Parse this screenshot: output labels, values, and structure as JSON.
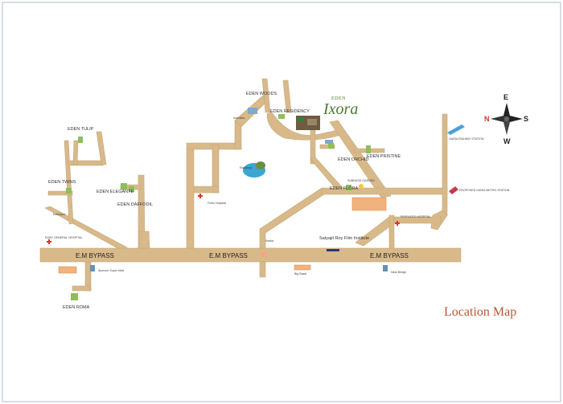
{
  "map_title": "Location Map",
  "project": {
    "brand": "EDEN",
    "name": "Ixora"
  },
  "roads": {
    "main": "E.M BYPASS"
  },
  "compass": {
    "n": "N",
    "e": "E",
    "s": "S",
    "w": "W"
  },
  "projects": {
    "tulip": "EDEN TULIP",
    "twins": "EDEN TWINS",
    "elegante": "EDEN ELEGANTE",
    "daffodil": "EDEN DAFFODIL",
    "woods": "EDEN WOODS",
    "residency": "EDEN RESIDENCY",
    "orchid": "EDEN ORCHID",
    "pristine": "EDEN PRISTINE",
    "flora": "EDEN FLORA",
    "roma": "EDEN ROMA"
  },
  "landmarks": {
    "satyajit": "Satyajit Roy Film Institute",
    "ruby": "RUBY GENERAL HOSPITAL",
    "garia_station": "GARIA RAILWAY STATION",
    "proposed_metro": "PROPOSED GARIA METRO STATION",
    "subhash": "SUBHASH GARDEN",
    "peerless": "PEERLESS HOSPITAL",
    "kalikapur": "Kalikapur",
    "kasba": "Kasba",
    "fortis": "Fortis Hospital",
    "spencer": "Spencer Super Mart",
    "big_bazar": "Big Bazar",
    "near_bridge": "Near Bridge",
    "avishikta": "Avishikta",
    "rajdanga": "Rajdanga"
  }
}
